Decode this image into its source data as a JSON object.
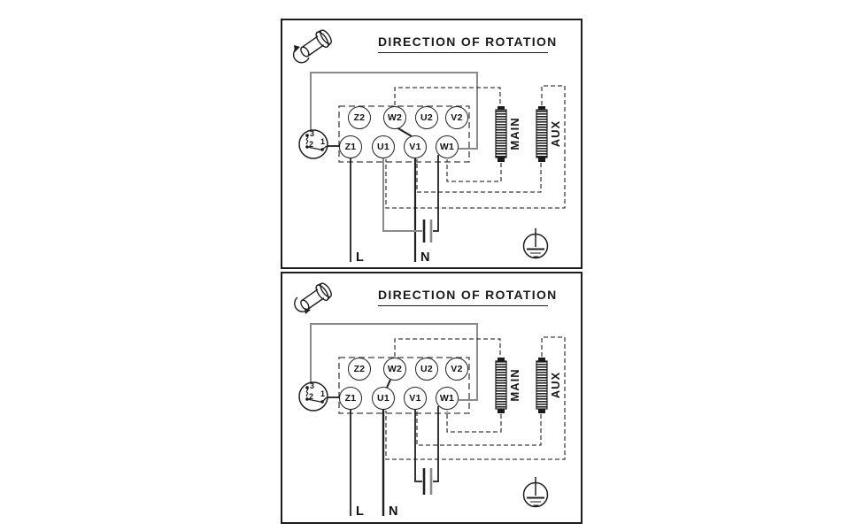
{
  "colors": {
    "line_black": "#1f1f1f",
    "line_gray": "#8a8a8a",
    "dashed_wire": "#3f3f3f",
    "panel_border": "#1d1d1d"
  },
  "icons": [
    "rotation-direction-icon",
    "thermal-protector-icon",
    "capacitor-icon",
    "ground-icon",
    "main-winding-coil",
    "aux-winding-coil"
  ],
  "panels": [
    {
      "title": "DIRECTION OF ROTATION",
      "rotation": "clockwise",
      "terminals_top": [
        "Z2",
        "W2",
        "U2",
        "V2"
      ],
      "terminals_bottom": [
        "Z1",
        "U1",
        "V1",
        "W1"
      ],
      "windings": {
        "main": "MAIN",
        "aux": "AUX"
      },
      "switch": {
        "contacts": [
          "3",
          "2",
          "1"
        ]
      },
      "supply": {
        "line": "L",
        "neutral": "N"
      }
    },
    {
      "title": "DIRECTION OF ROTATION",
      "rotation": "counter-clockwise",
      "terminals_top": [
        "Z2",
        "W2",
        "U2",
        "V2"
      ],
      "terminals_bottom": [
        "Z1",
        "U1",
        "V1",
        "W1"
      ],
      "windings": {
        "main": "MAIN",
        "aux": "AUX"
      },
      "switch": {
        "contacts": [
          "3",
          "2",
          "1"
        ]
      },
      "supply": {
        "line": "L",
        "neutral": "N"
      }
    }
  ]
}
